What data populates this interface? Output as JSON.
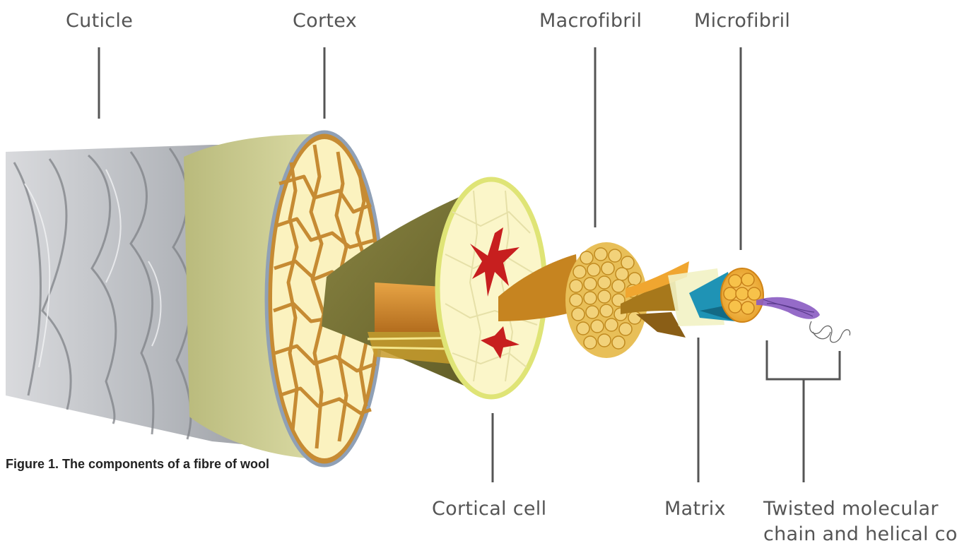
{
  "labels": {
    "cuticle": "Cuticle",
    "cortex": "Cortex",
    "macrofibril": "Macrofibril",
    "microfibril": "Microfibril",
    "cortical_cell": "Cortical cell",
    "matrix": "Matrix",
    "twisted_line1": "Twisted molecular",
    "twisted_line2": "chain and helical coil"
  },
  "caption": "Figure 1. The components of a fibre of wool",
  "colors": {
    "label_text": "#555555",
    "cuticle_scale": "#b9bcc0",
    "cortex_outer": "#c8c98f",
    "cortex_fill": "#fbf2bf",
    "cortex_network": "#c68b33",
    "cortical_cell_body": "#6f6b2e",
    "cortical_cell_face": "#fbf6c9",
    "red_core": "#c71f1f",
    "macrofibril": "#e6b94c",
    "microfibril_core": "#1f93b5",
    "helix": "#8a5bc2"
  }
}
